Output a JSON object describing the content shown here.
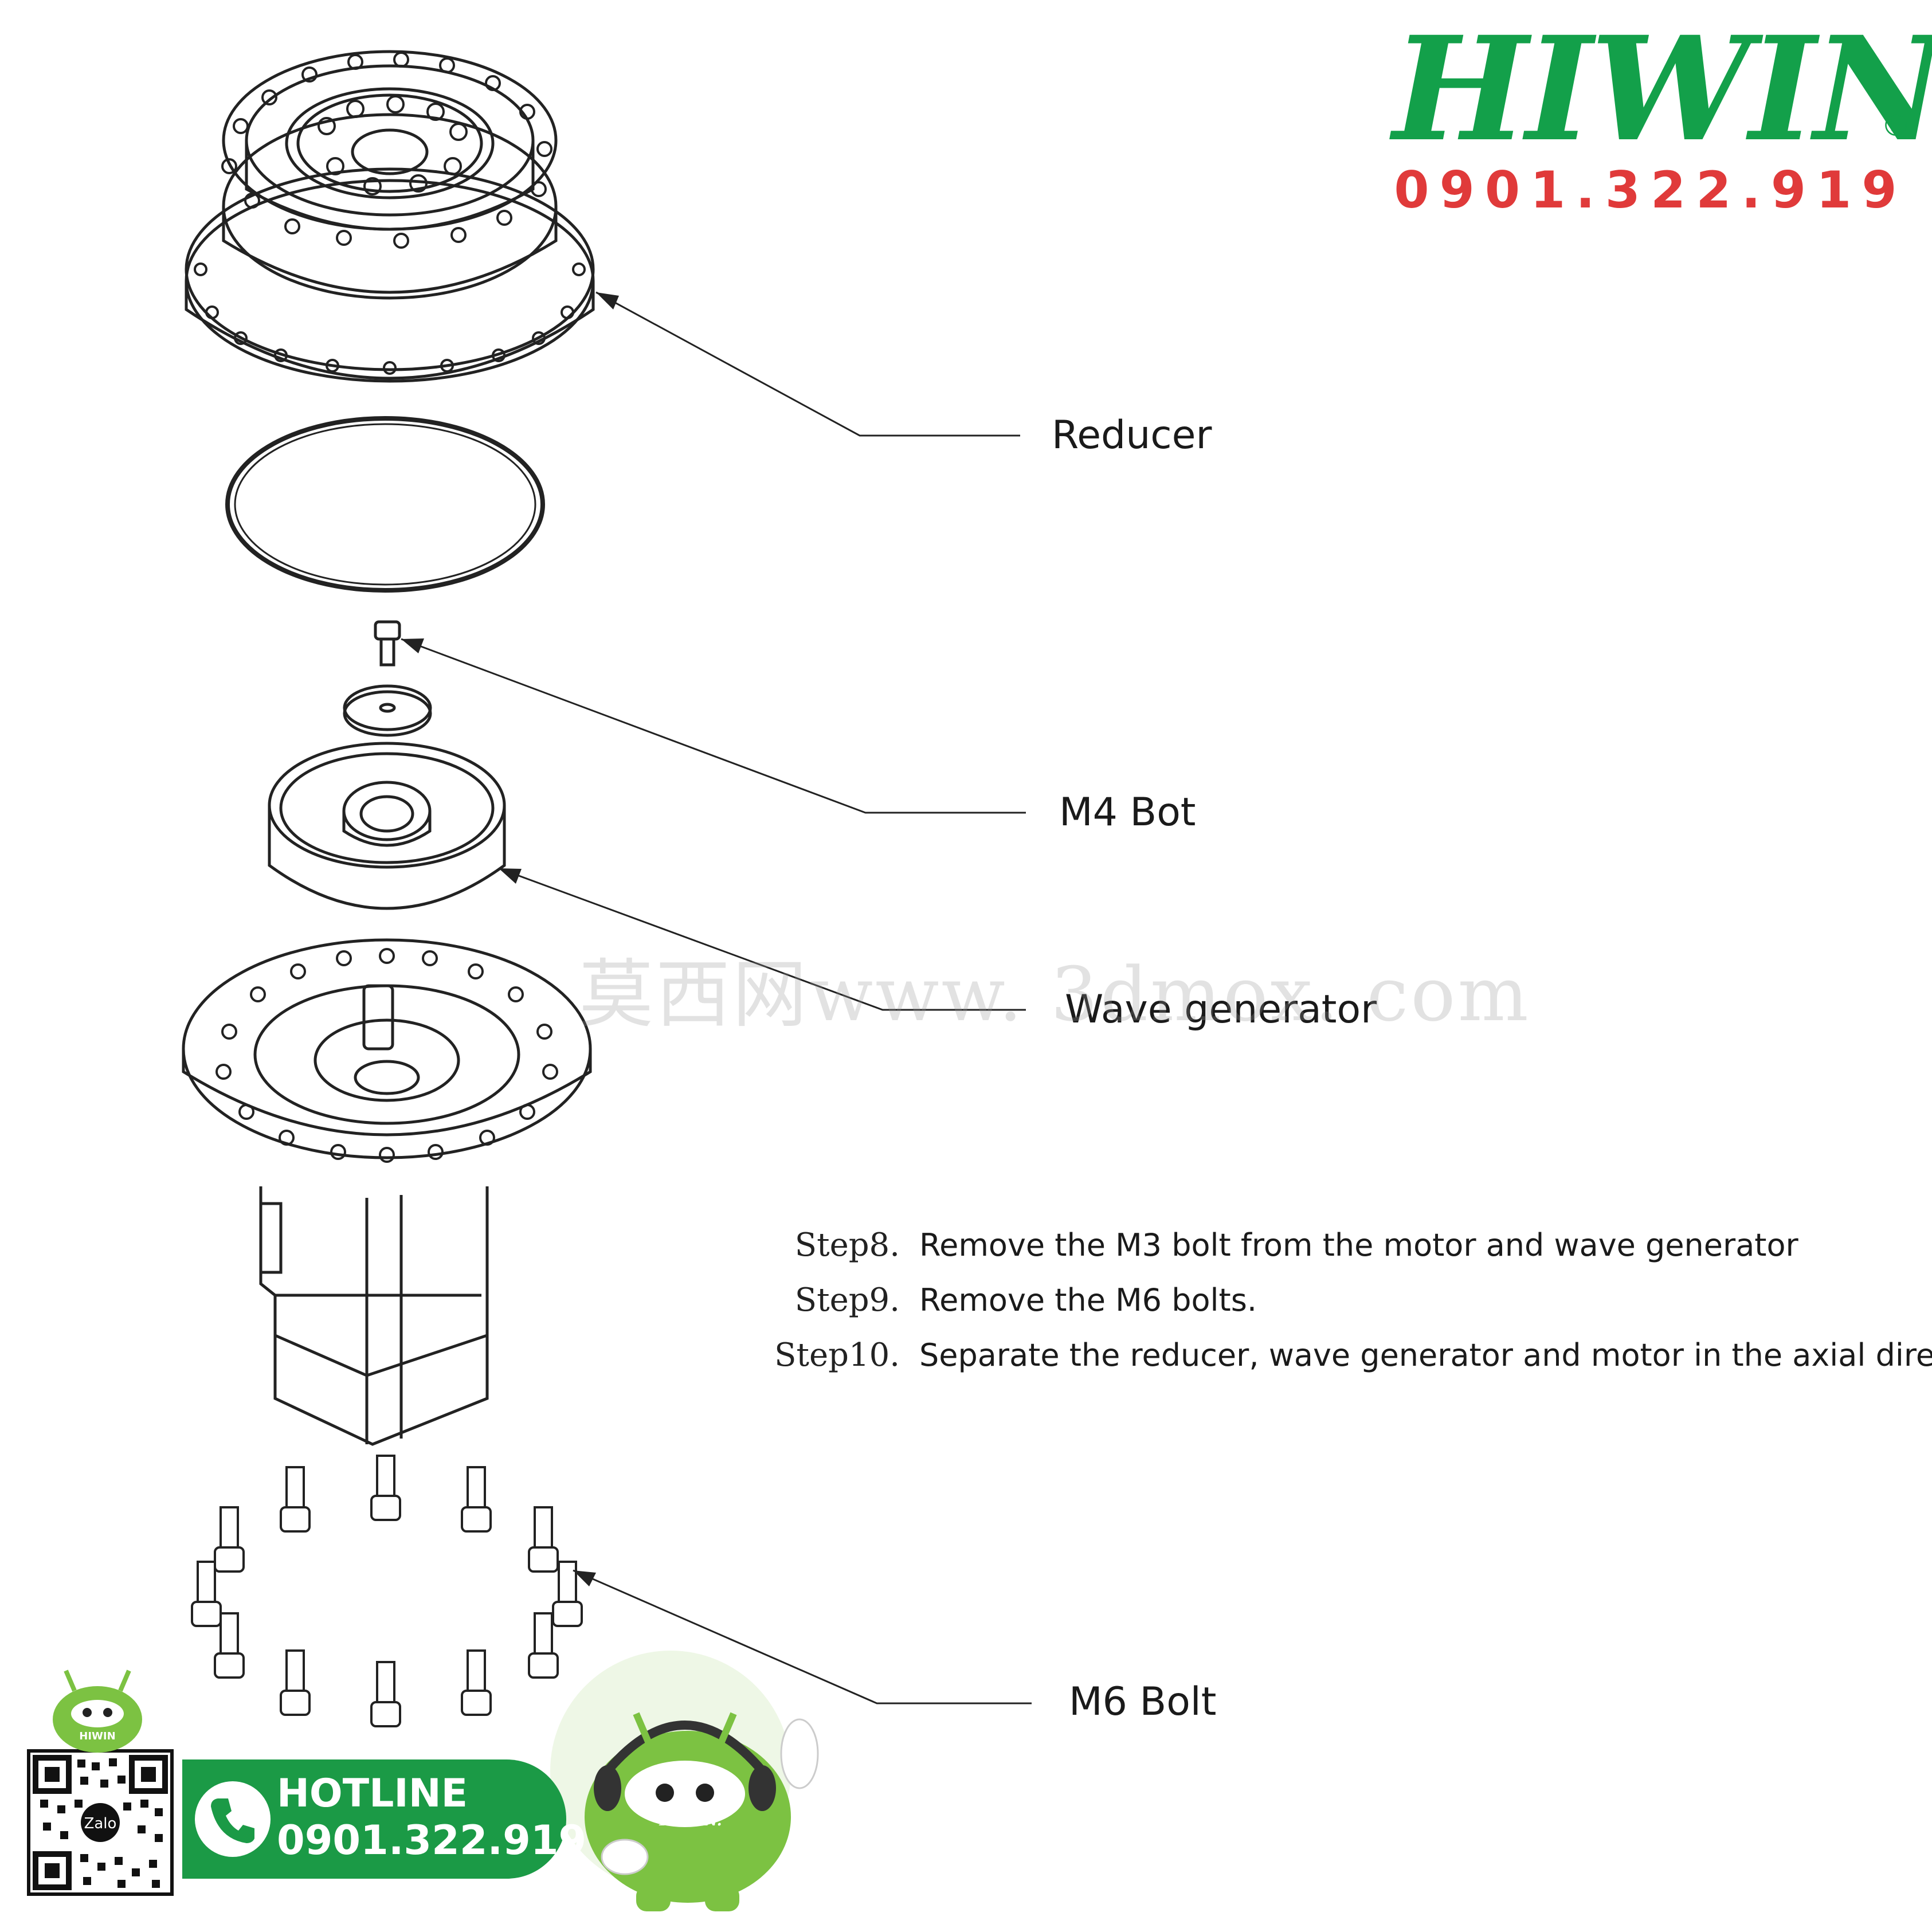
{
  "brand": {
    "logo_text": "HIWIN",
    "registered_mark": "®",
    "phone": "0901.322.919",
    "logo_color": "#13a04a",
    "phone_color": "#e03a3a"
  },
  "callouts": {
    "reducer": "Reducer",
    "m4_bolt": "M4 Bot",
    "wave_generator": "Wave generator",
    "m6_bolt": "M6 Bolt"
  },
  "steps": [
    {
      "number": "Step8.",
      "text": "Remove the M3 bolt from the motor and wave generator"
    },
    {
      "number": "Step9.",
      "text": "Remove the M6 bolts."
    },
    {
      "number": "Step10.",
      "text": "Separate the reducer, wave generator and motor in the axial direction."
    }
  ],
  "watermark": "莫西网www. 3dmox. com",
  "hotline": {
    "title": "HOTLINE",
    "number": "0901.322.919",
    "color": "#1b9a46"
  },
  "mascot": {
    "badge_text": "HIWIN",
    "badge_text_small": "HIWIN.",
    "color": "#7cc242"
  },
  "qr": {
    "center_label": "Zalo"
  },
  "icons": [
    "phone-icon",
    "qr-code-icon",
    "headset-icon",
    "mascot-robot-icon"
  ]
}
